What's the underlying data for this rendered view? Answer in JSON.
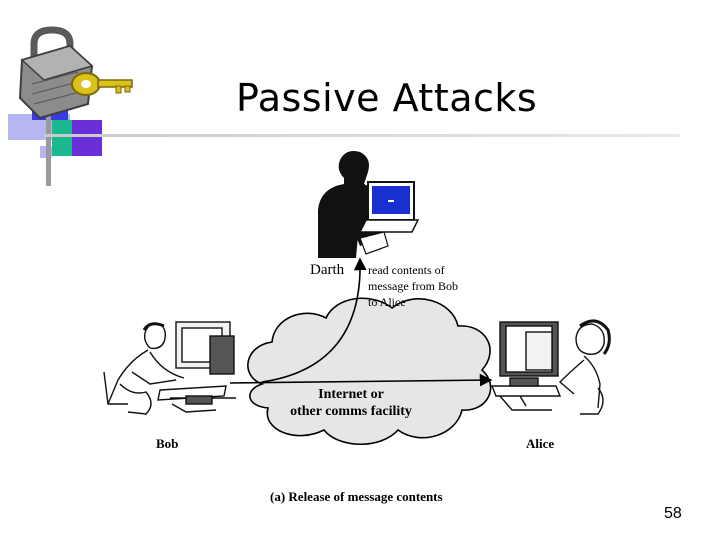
{
  "slide": {
    "title": "Passive Attacks",
    "page_number": "58"
  },
  "diagram": {
    "darth_label": "Darth",
    "read_note_lines": [
      "read contents of",
      "message from Bob",
      "to Alice"
    ],
    "cloud_lines": [
      "Internet or",
      "other comms facility"
    ],
    "bob_label": "Bob",
    "alice_label": "Alice",
    "caption": "(a) Release of message contents"
  },
  "icons": [
    "padlock-icon",
    "key-icon",
    "attacker-figure",
    "computer-user-figure"
  ],
  "colors": {
    "logo_blue": "#3a3adf",
    "logo_teal": "#1ab98f",
    "logo_purple": "#6a2fd8",
    "logo_lavender": "#b6b6f0",
    "key_yellow": "#d9c21a",
    "screen_blue": "#1a2fd0",
    "cloud_fill": "#e6e6e6"
  }
}
